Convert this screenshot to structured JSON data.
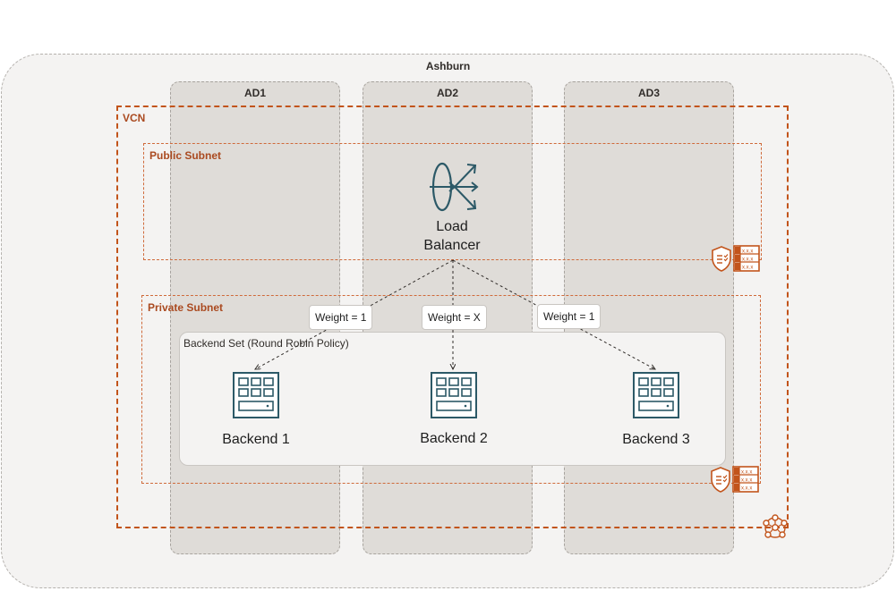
{
  "region": {
    "label": "Ashburn"
  },
  "availability_domains": [
    "AD1",
    "AD2",
    "AD3"
  ],
  "vcn": {
    "label": "VCN"
  },
  "public_subnet": {
    "label": "Public Subnet"
  },
  "private_subnet": {
    "label": "Private Subnet"
  },
  "load_balancer": {
    "line1": "Load",
    "line2": "Balancer",
    "icon": "load-balancer-icon"
  },
  "backend_set": {
    "label": "Backend Set (Round Robin Policy)"
  },
  "weights": [
    "Weight = 1",
    "Weight = X",
    "Weight = 1"
  ],
  "backends": [
    "Backend 1",
    "Backend 2",
    "Backend 3"
  ],
  "security_list_text": "x.x.x",
  "colors": {
    "oracle_orange": "#c2541b",
    "teal": "#2c5967",
    "region_bg": "#f4f3f2",
    "ad_bg": "#dfdcd8"
  }
}
